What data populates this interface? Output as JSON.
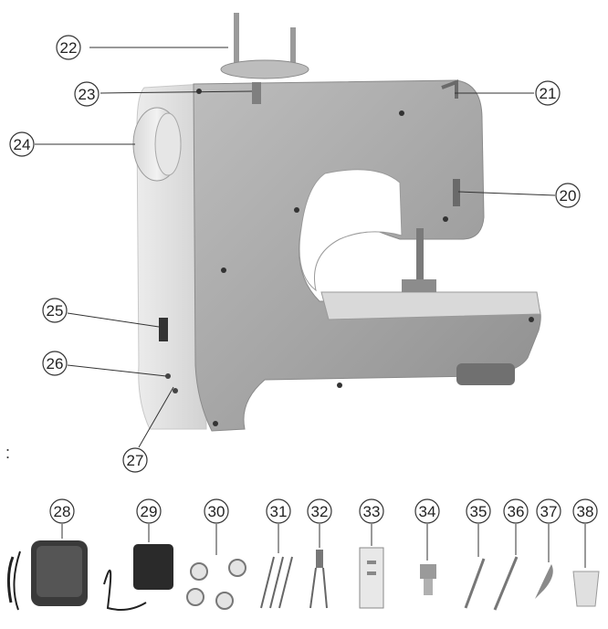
{
  "machine_callouts": [
    {
      "number": "22"
    },
    {
      "number": "23"
    },
    {
      "number": "24"
    },
    {
      "number": "21"
    },
    {
      "number": "20"
    },
    {
      "number": "25"
    },
    {
      "number": "26"
    },
    {
      "number": "27"
    }
  ],
  "accessory_callouts": [
    {
      "number": "28"
    },
    {
      "number": "29"
    },
    {
      "number": "30"
    },
    {
      "number": "31"
    },
    {
      "number": "32"
    },
    {
      "number": "33"
    },
    {
      "number": "34"
    },
    {
      "number": "35"
    },
    {
      "number": "36"
    },
    {
      "number": "37"
    },
    {
      "number": "38"
    }
  ],
  "separator_mark": ":"
}
